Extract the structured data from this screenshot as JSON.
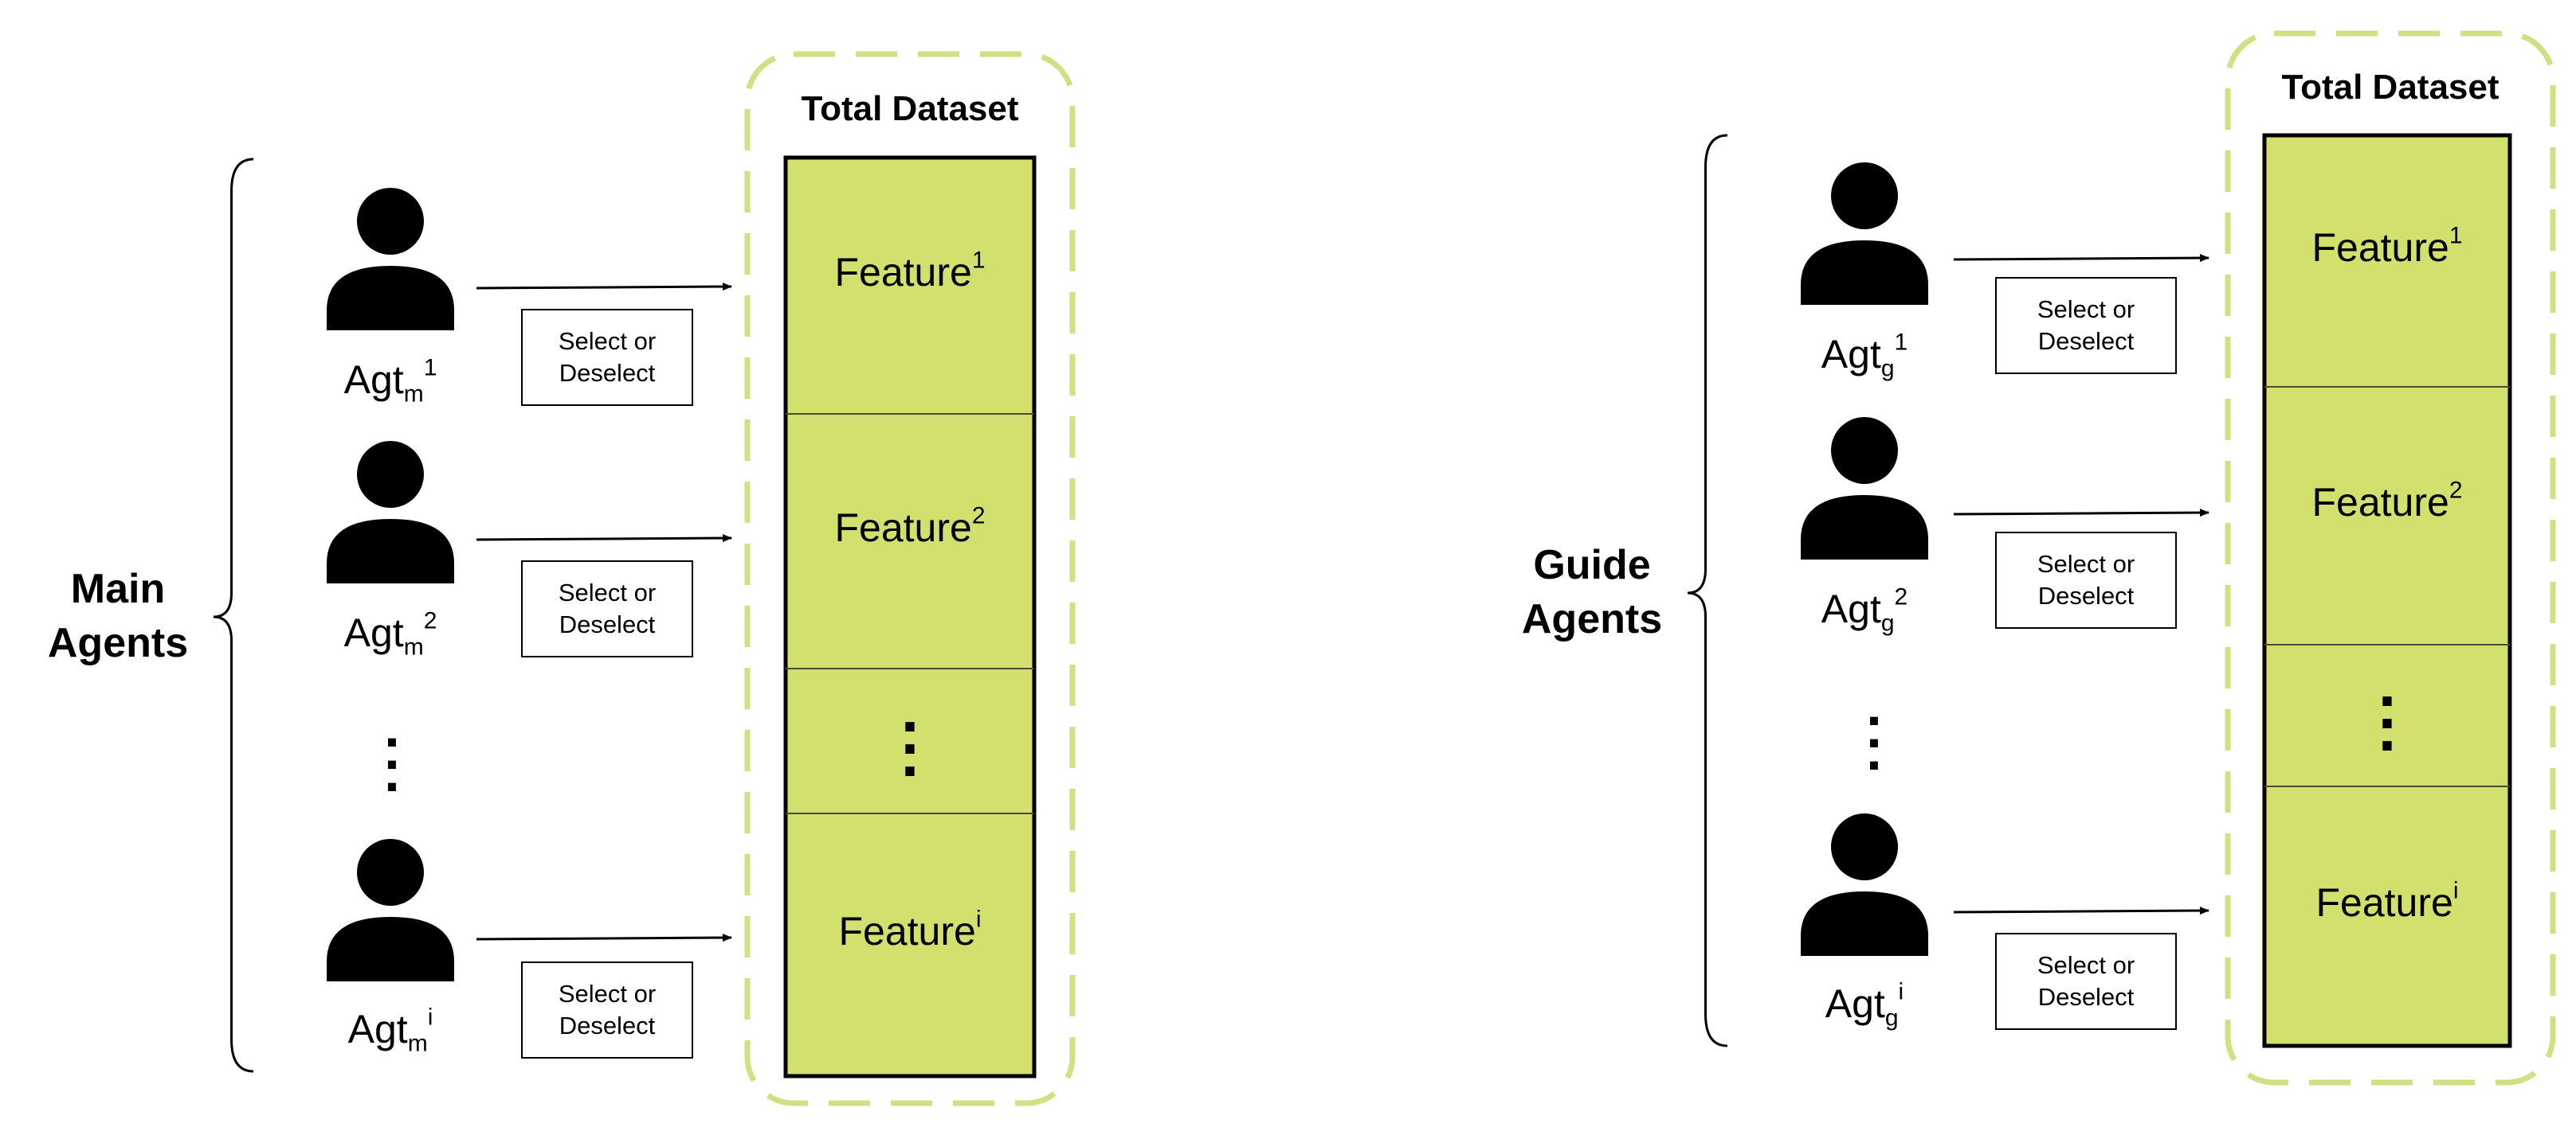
{
  "diagrams": [
    {
      "id": "main",
      "group_label": [
        "Main",
        "Agents"
      ],
      "dataset_title": "Total Dataset",
      "agents": [
        {
          "base": "Agt",
          "sub": "m",
          "sup": "1"
        },
        {
          "base": "Agt",
          "sub": "m",
          "sup": "2"
        },
        {
          "base": "Agt",
          "sub": "m",
          "sup": "i"
        }
      ],
      "action_label": [
        "Select or",
        "Deselect"
      ],
      "features": [
        {
          "base": "Feature",
          "sup": "1"
        },
        {
          "base": "Feature",
          "sup": "2"
        },
        {
          "base": "Feature",
          "sup": "i"
        }
      ]
    },
    {
      "id": "guide",
      "group_label": [
        "Guide",
        "Agents"
      ],
      "dataset_title": "Total Dataset",
      "agents": [
        {
          "base": "Agt",
          "sub": "g",
          "sup": "1"
        },
        {
          "base": "Agt",
          "sub": "g",
          "sup": "2"
        },
        {
          "base": "Agt",
          "sub": "g",
          "sup": "i"
        }
      ],
      "action_label": [
        "Select or",
        "Deselect"
      ],
      "features": [
        {
          "base": "Feature",
          "sup": "1"
        },
        {
          "base": "Feature",
          "sup": "2"
        },
        {
          "base": "Feature",
          "sup": "i"
        }
      ]
    }
  ],
  "colors": {
    "dataset_fill": "#d4e06e",
    "dashed_border": "#d2e083",
    "ink": "#000000"
  },
  "icons": {
    "agent": "person-icon",
    "arrow": "arrow-right-icon",
    "ellipsis": "vertical-ellipsis-icon"
  }
}
